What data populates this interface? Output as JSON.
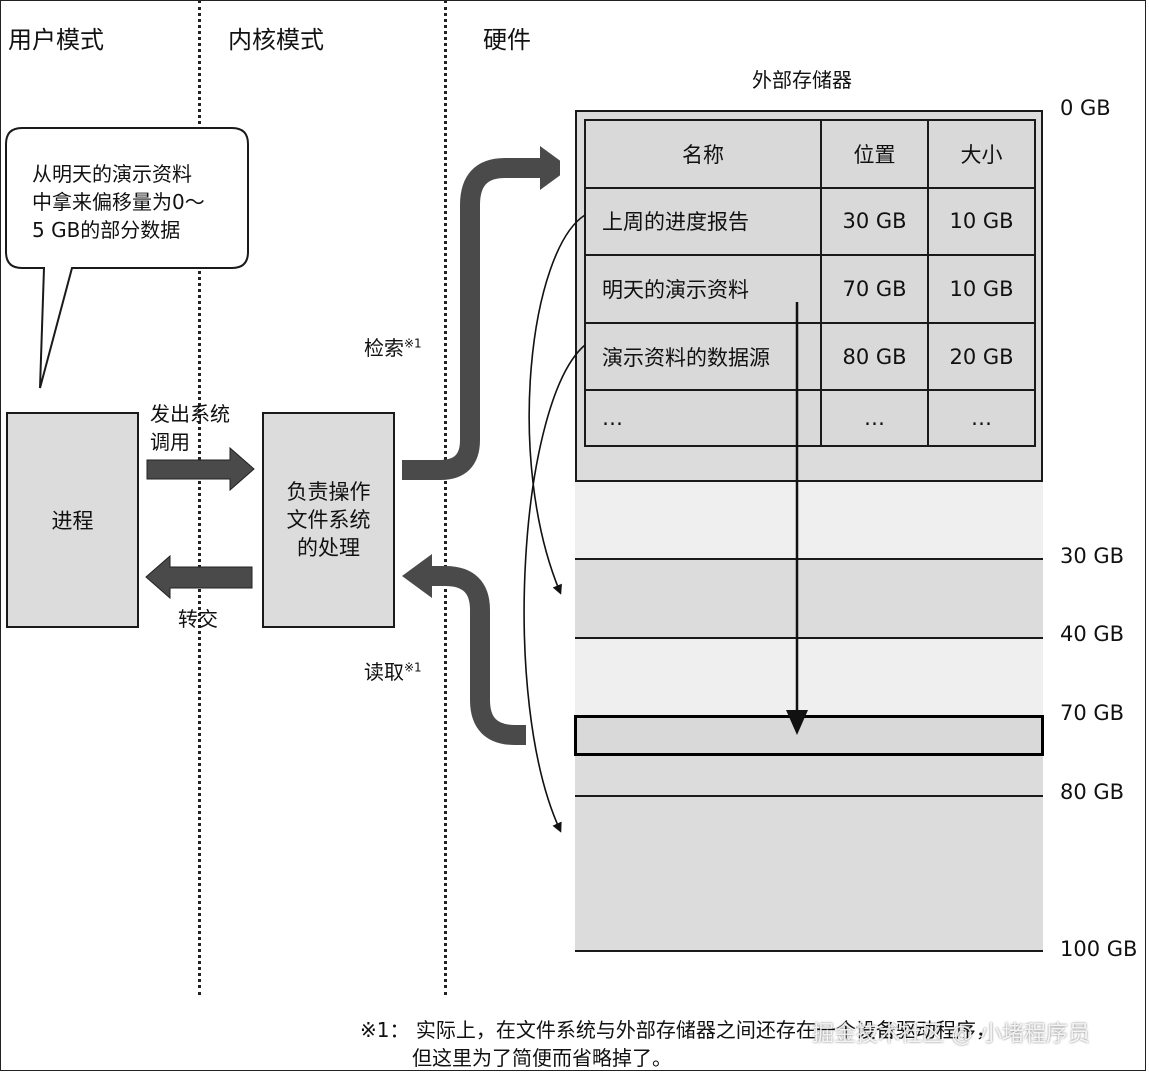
{
  "headers": {
    "user_mode": "用户模式",
    "kernel_mode": "内核模式",
    "hardware": "硬件"
  },
  "bubble": {
    "line1": "从明天的演示资料",
    "line2": "中拿来偏移量为0～",
    "line3": "5 GB的部分数据"
  },
  "process": {
    "label": "进程"
  },
  "syscall": {
    "line1": "发出系统",
    "line2": "调用"
  },
  "handover": {
    "label": "转交"
  },
  "fs_box": {
    "line1": "负责操作",
    "line2": "文件系统",
    "line3": "的处理"
  },
  "search": {
    "label": "检索",
    "mark": "※1"
  },
  "read": {
    "label": "读取",
    "mark": "※1"
  },
  "storage": {
    "title": "外部存储器",
    "columns": [
      "名称",
      "位置",
      "大小"
    ],
    "rows": [
      [
        "上周的进度报告",
        "30 GB",
        "10 GB"
      ],
      [
        "明天的演示资料",
        "70 GB",
        "10 GB"
      ],
      [
        "演示资料的数据源",
        "80 GB",
        "20 GB"
      ],
      [
        "…",
        "…",
        "…"
      ]
    ],
    "gb_labels": [
      "0 GB",
      "30 GB",
      "40 GB",
      "70 GB",
      "80 GB",
      "100 GB"
    ]
  },
  "footnote": {
    "line1": "※1： 实际上，在文件系统与外部存储器之间还存在一个设备驱动程序，",
    "line2": "但这里为了简便而省略掉了。"
  },
  "watermark": "掘金技术社区 @ 小堵程序员"
}
